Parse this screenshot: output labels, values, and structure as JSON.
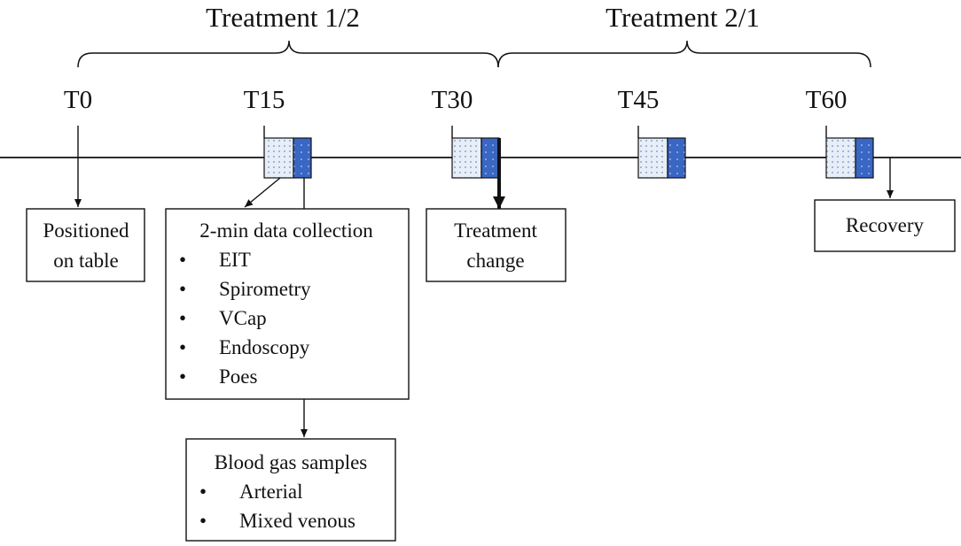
{
  "phases": [
    {
      "label": "Treatment 1/2"
    },
    {
      "label": "Treatment 2/1"
    }
  ],
  "timepoints": [
    {
      "label": "T0"
    },
    {
      "label": "T15"
    },
    {
      "label": "T30"
    },
    {
      "label": "T45"
    },
    {
      "label": "T60"
    }
  ],
  "boxes": {
    "positioned": {
      "lines": [
        "Positioned",
        "on table"
      ]
    },
    "data_collection": {
      "title": "2-min data collection",
      "bullets": [
        "EIT",
        "Spirometry",
        "VCap",
        "Endoscopy",
        "Poes"
      ]
    },
    "blood_gas": {
      "title": "Blood gas samples",
      "bullets": [
        "Arterial",
        "Mixed venous"
      ]
    },
    "treatment_change": {
      "lines": [
        "Treatment",
        "change"
      ]
    },
    "recovery": {
      "lines": [
        "Recovery"
      ]
    }
  },
  "bullet_glyph": "•",
  "colors": {
    "line": "#111111",
    "block_light_fill": "#e8eef7",
    "block_dot": "#6f8fc4",
    "block_dark_fill": "#3a66c4"
  }
}
